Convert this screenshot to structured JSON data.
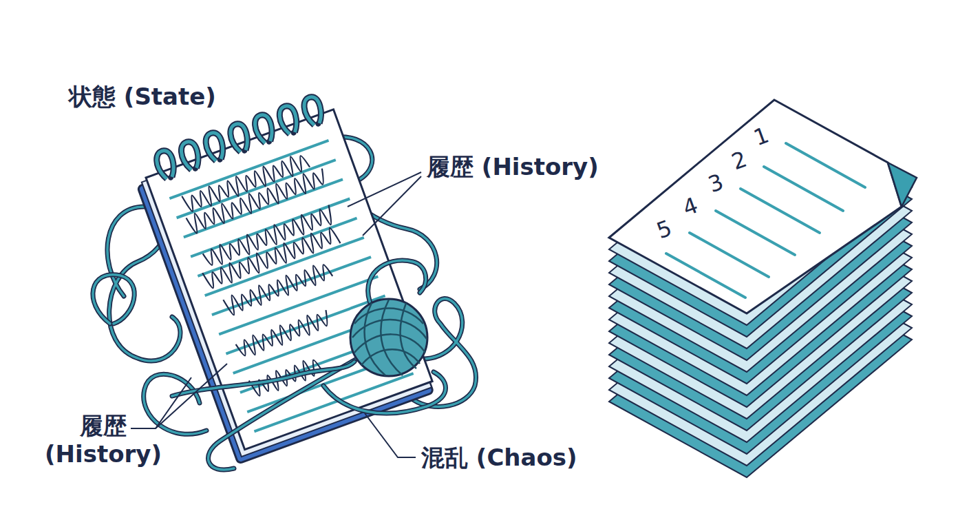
{
  "diagram": {
    "labels": [
      "状態 (State)",
      "履歴 (History)",
      "履歴 (History)",
      "混乱 (Chaos)",
      "1",
      "2",
      "3",
      "4",
      "5"
    ]
  }
}
